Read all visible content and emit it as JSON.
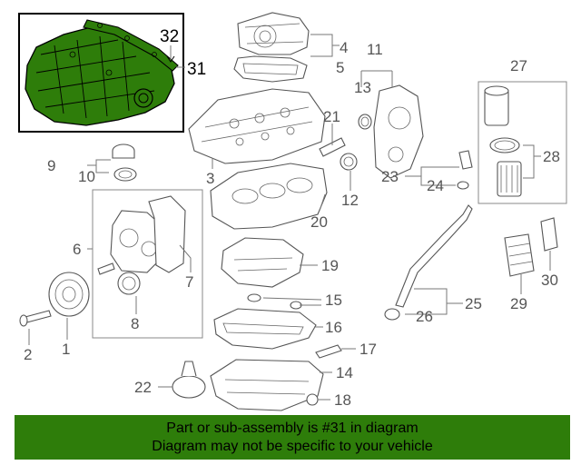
{
  "banner": {
    "line1": "Part or sub-assembly is #31 in diagram",
    "line2": "Diagram may not be specific to your vehicle"
  },
  "highlight_color": "#2e7d0a",
  "callouts": {
    "c1": "1",
    "c2": "2",
    "c3": "3",
    "c4": "4",
    "c5": "5",
    "c6": "6",
    "c7": "7",
    "c8": "8",
    "c9": "9",
    "c10": "10",
    "c11": "11",
    "c12": "12",
    "c13": "13",
    "c14": "14",
    "c15": "15",
    "c16": "16",
    "c17": "17",
    "c18": "18",
    "c19": "19",
    "c20": "20",
    "c21": "21",
    "c22": "22",
    "c23": "23",
    "c24": "24",
    "c25": "25",
    "c26": "26",
    "c27": "27",
    "c28": "28",
    "c29": "29",
    "c30": "30",
    "c31": "31",
    "c32": "32"
  }
}
